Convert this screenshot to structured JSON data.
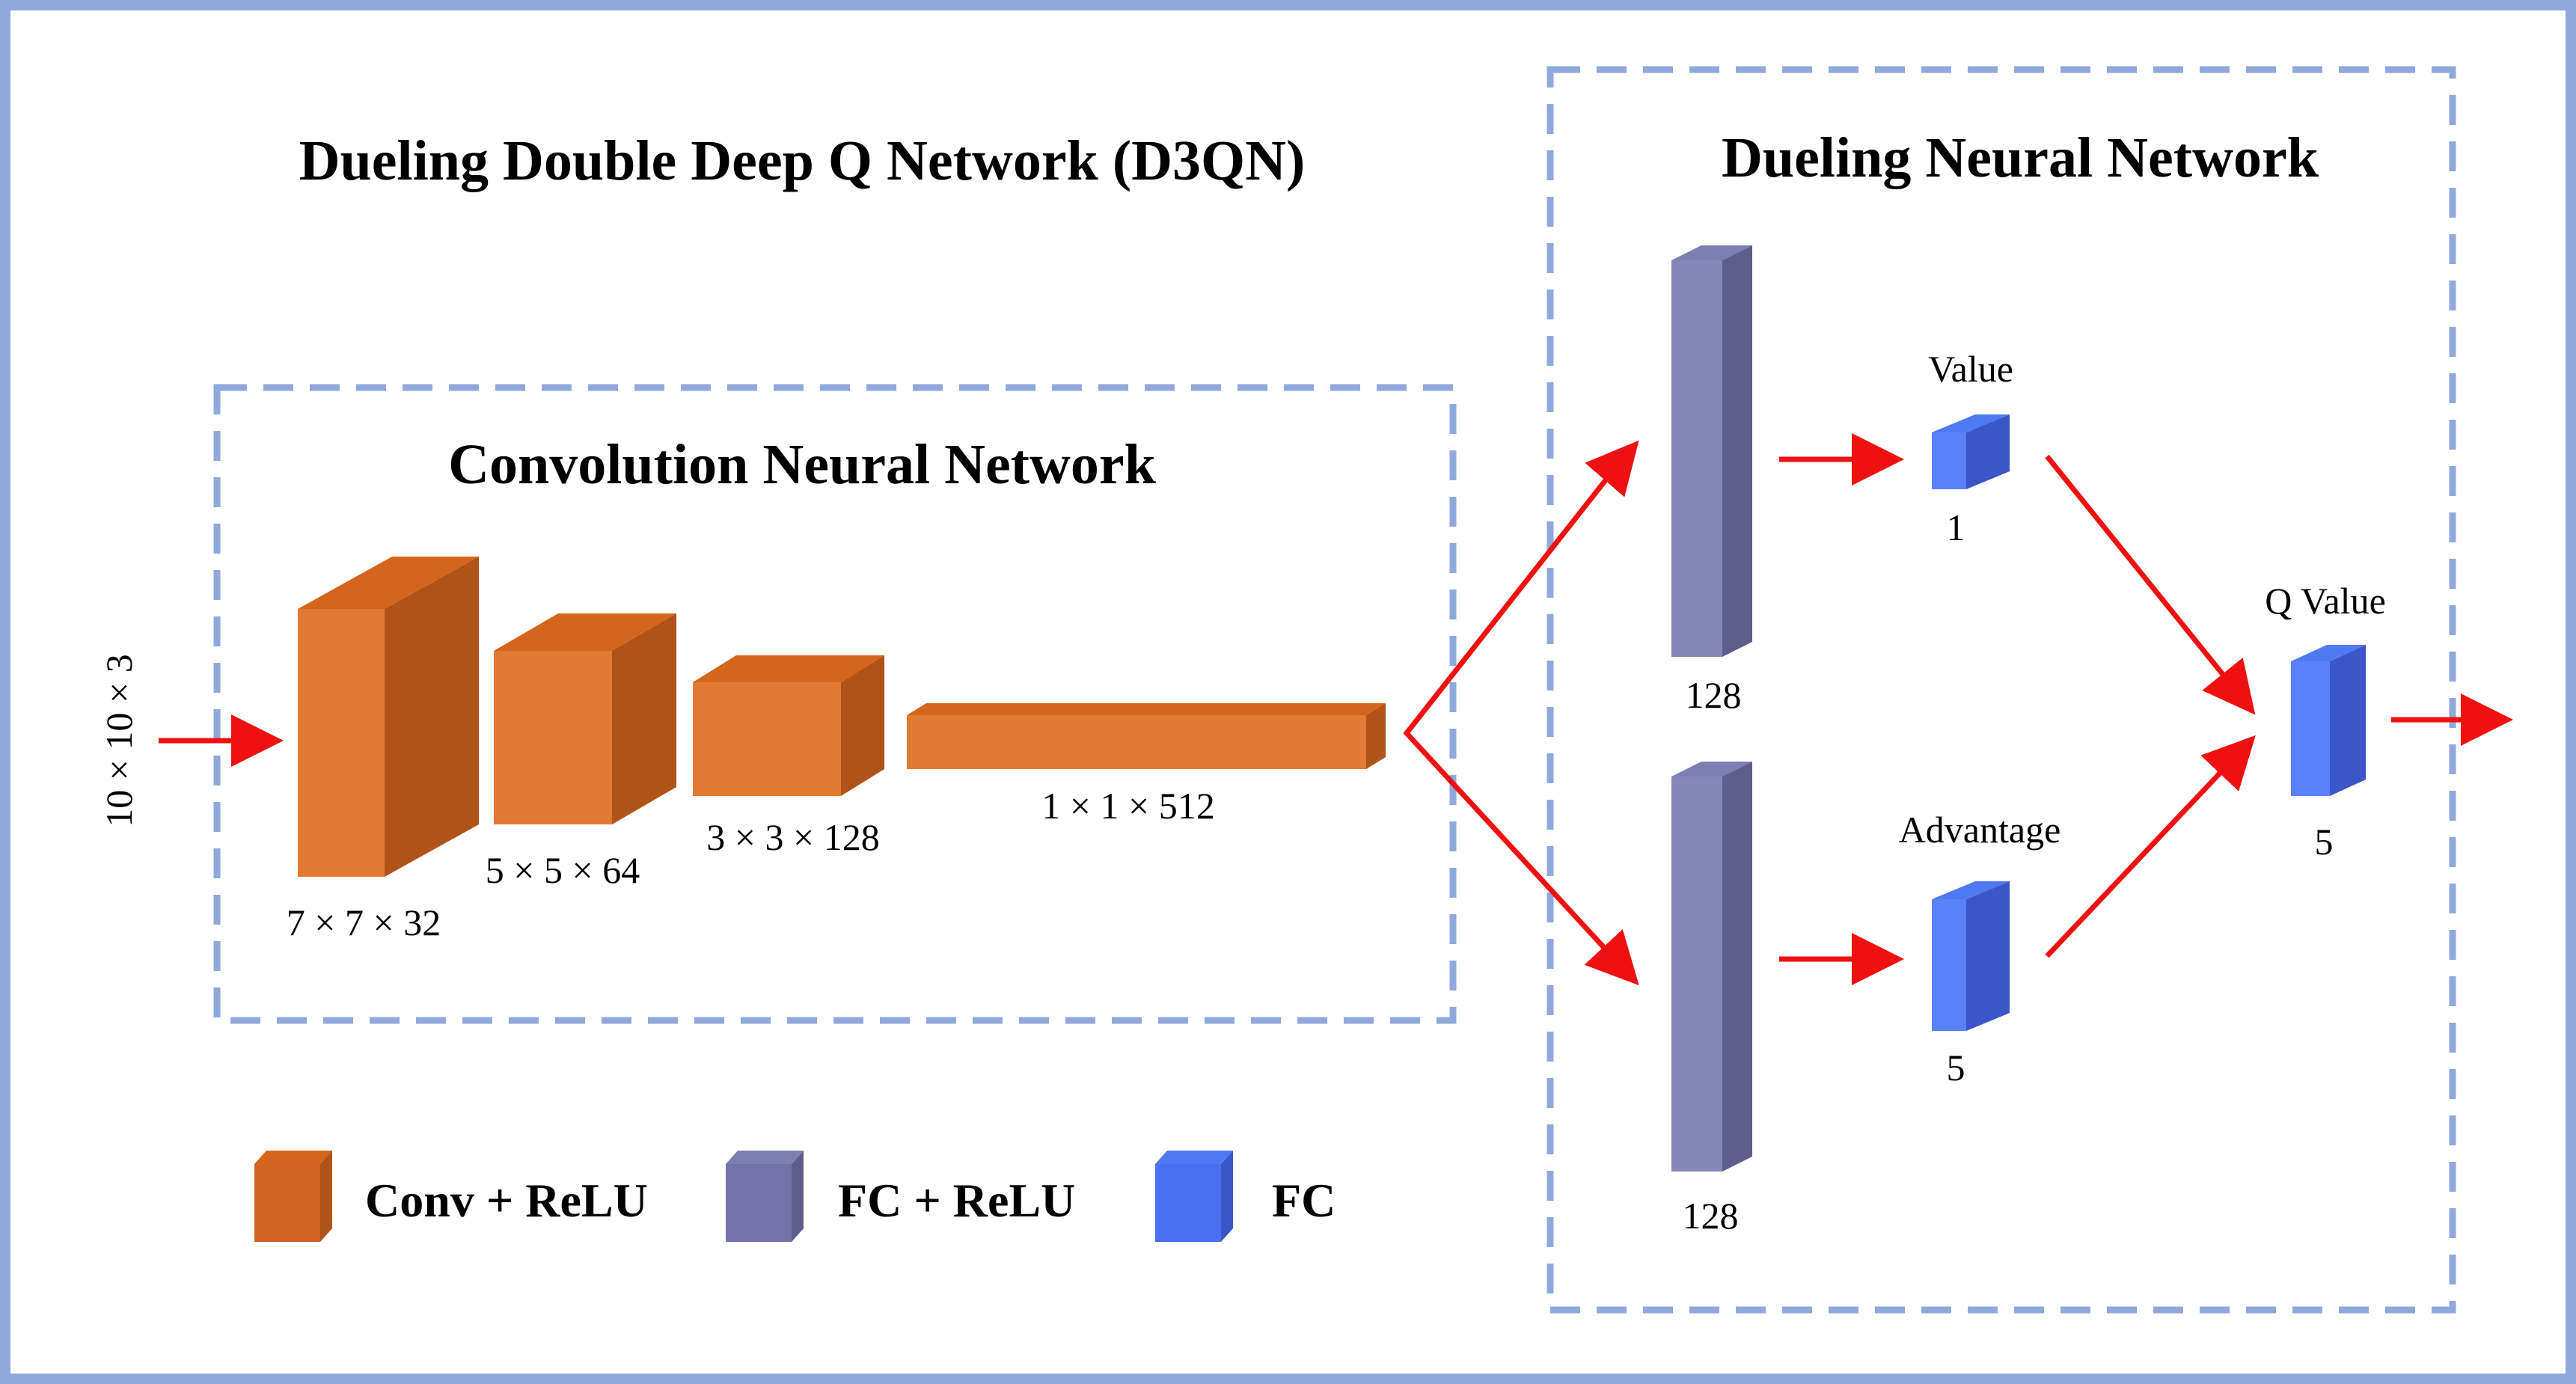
{
  "titles": {
    "main": "Dueling Double Deep Q Network (D3QN)",
    "cnn": "Convolution Neural Network",
    "dueling": "Dueling Neural Network"
  },
  "input": {
    "label": "10 × 10 × 3"
  },
  "conv_layers": [
    {
      "label": "7 × 7 × 32"
    },
    {
      "label": "5 × 5 × 64"
    },
    {
      "label": "3 × 3 × 128"
    },
    {
      "label": "1 × 1 × 512"
    }
  ],
  "fc_layers": {
    "upper": {
      "label": "128"
    },
    "lower": {
      "label": "128"
    }
  },
  "streams": {
    "value": {
      "title": "Value",
      "size": "1"
    },
    "advantage": {
      "title": "Advantage",
      "size": "5"
    }
  },
  "output": {
    "title": "Q Value",
    "size": "5"
  },
  "legend": [
    {
      "label": "Conv + ReLU",
      "icon": "orange-cube-icon"
    },
    {
      "label": "FC + ReLU",
      "icon": "purple-cube-icon"
    },
    {
      "label": "FC",
      "icon": "blue-cube-icon"
    }
  ],
  "colors": {
    "frame_border": "#8fa9dc",
    "dashed_box": "#8fa9dc",
    "arrow": "#ee1111",
    "conv_front": "#e07a35",
    "conv_top": "#d5651c",
    "conv_side": "#b05318",
    "fc_front": "#8687b9",
    "fc_top": "#7d7eb1",
    "fc_side": "#5d5e8c",
    "blue_front": "#5a82f8",
    "blue_top": "#4f78f3",
    "blue_side": "#3a56c8"
  }
}
